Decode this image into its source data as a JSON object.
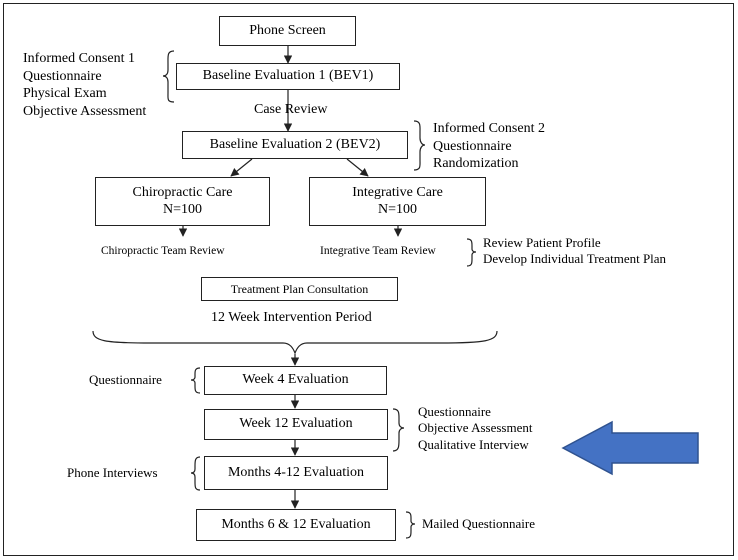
{
  "boxes": {
    "phone_screen": "Phone Screen",
    "bev1": "Baseline Evaluation 1 (BEV1)",
    "bev2": "Baseline Evaluation 2 (BEV2)",
    "chiro_care": {
      "line1": "Chiropractic Care",
      "line2": "N=100"
    },
    "integ_care": {
      "line1": "Integrative Care",
      "line2": "N=100"
    },
    "treatment_plan": "Treatment Plan Consultation",
    "week4": "Week 4 Evaluation",
    "week12": "Week 12 Evaluation",
    "months_4_12": "Months 4-12 Evaluation",
    "months_6_12": "Months 6 & 12 Evaluation"
  },
  "labels": {
    "case_review": "Case Review",
    "chiro_team_review": "Chiropractic Team Review",
    "integ_team_review": "Integrative Team Review",
    "intervention_period": "12 Week Intervention Period"
  },
  "annotations": {
    "bev1_items": [
      "Informed Consent 1",
      "Questionnaire",
      "Physical Exam",
      "Objective Assessment"
    ],
    "bev2_items": [
      "Informed Consent 2",
      "Questionnaire",
      "Randomization"
    ],
    "team_review_items": [
      "Review Patient Profile",
      "Develop Individual Treatment Plan"
    ],
    "week4_items": [
      "Questionnaire"
    ],
    "week12_items": [
      "Questionnaire",
      "Objective Assessment",
      "Qualitative Interview"
    ],
    "months_4_12_items": [
      "Phone Interviews"
    ],
    "months_6_12_items": [
      "Mailed Questionnaire"
    ]
  },
  "colors": {
    "highlight_arrow": "#4472c4",
    "highlight_arrow_border": "#2f528f",
    "line": "#222222"
  },
  "icons": {
    "highlight": "left-pointing-block-arrow"
  }
}
